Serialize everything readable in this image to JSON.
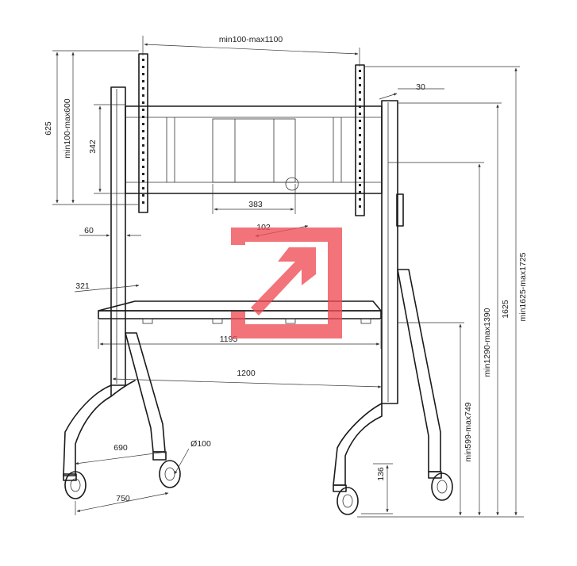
{
  "dimensions": {
    "mount_width": "min100-max1100",
    "mount_height": "min100-max600",
    "total_mount_height": "625",
    "inner_height": "342",
    "bracket_offset": "383",
    "bracket_depth": "102",
    "column_offset": "30",
    "column_width": "60",
    "shelf_depth": "321",
    "shelf_width": "1195",
    "base_width": "1200",
    "wheel_track": "690",
    "caster_diameter": "Ø100",
    "base_depth": "750",
    "caster_height": "136",
    "shelf_height": "min599-max749",
    "center_height": "min1290-max1390",
    "overall_height": "1625",
    "max_height": "min1625-max1725"
  },
  "watermark": {
    "icon": "open-external-arrow-icon",
    "color": "#ee4b55"
  }
}
